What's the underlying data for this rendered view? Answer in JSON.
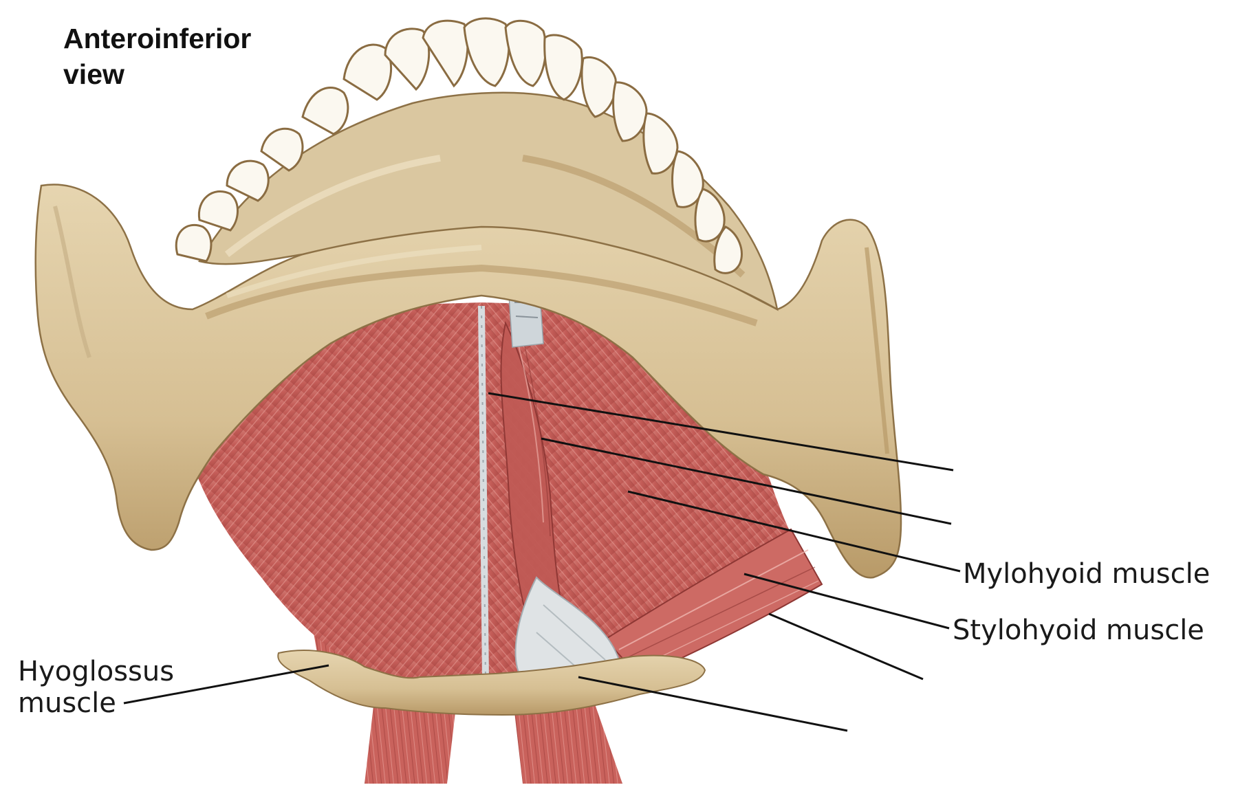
{
  "title": "Anteroinferior view",
  "labels": {
    "mylohyoid": "Mylohyoid muscle",
    "stylohyoid": "Stylohyoid muscle",
    "hyoglossus_line1": "Hyoglossus",
    "hyoglossus_line2": "muscle"
  },
  "colors": {
    "bone": "#d9c49c",
    "bone_shadow": "#a98d5e",
    "tooth": "#fbf8f0",
    "muscle": "#c9655f",
    "muscle_dark": "#9e3f3c",
    "tendon": "#d8dde0",
    "leader_line": "#111111"
  }
}
